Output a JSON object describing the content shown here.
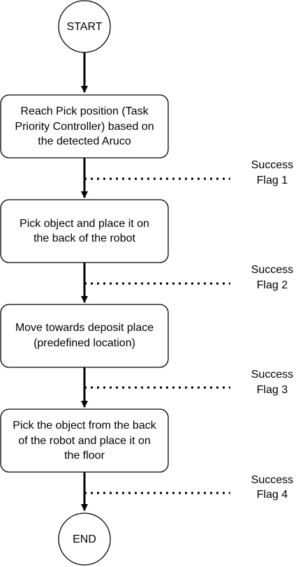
{
  "diagram": {
    "start_label": "START",
    "end_label": "END",
    "steps": [
      {
        "lines": [
          "Reach Pick position (Task",
          "Priority Controller) based on",
          "the detected Aruco"
        ]
      },
      {
        "lines": [
          "Pick object and place it on",
          "the back of the robot"
        ]
      },
      {
        "lines": [
          "Move towards deposit place",
          "(predefined location)"
        ]
      },
      {
        "lines": [
          "Pick the object from the back",
          "of the robot and place it on",
          "the floor"
        ]
      }
    ],
    "flags": [
      {
        "lines": [
          "Success",
          "Flag 1"
        ]
      },
      {
        "lines": [
          "Success",
          "Flag 2"
        ]
      },
      {
        "lines": [
          "Success",
          "Flag 3"
        ]
      },
      {
        "lines": [
          "Success",
          "Flag 4"
        ]
      }
    ]
  }
}
